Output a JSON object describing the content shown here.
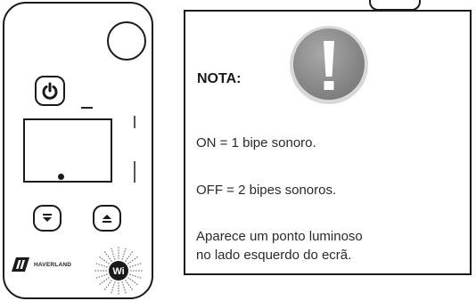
{
  "device": {
    "brand": "HAVERLAND",
    "wifi_badge": "Wi",
    "icons": {
      "power": "power-icon",
      "down": "chevron-down-icon",
      "up": "chevron-up-icon",
      "logo": "haverland-logo-icon",
      "wifi": "wifi-icon"
    }
  },
  "note": {
    "title": "NOTA:",
    "icon": "exclamation-icon",
    "lines": [
      "ON = 1 bipe sonoro.",
      "OFF = 2 bipes sonoros.",
      "Aparece um ponto luminoso",
      "no lado esquerdo do ecrã."
    ]
  },
  "colors": {
    "outline": "#1a1a1a",
    "icon_gray": "#8c8c8c",
    "text": "#2a2a2a"
  }
}
